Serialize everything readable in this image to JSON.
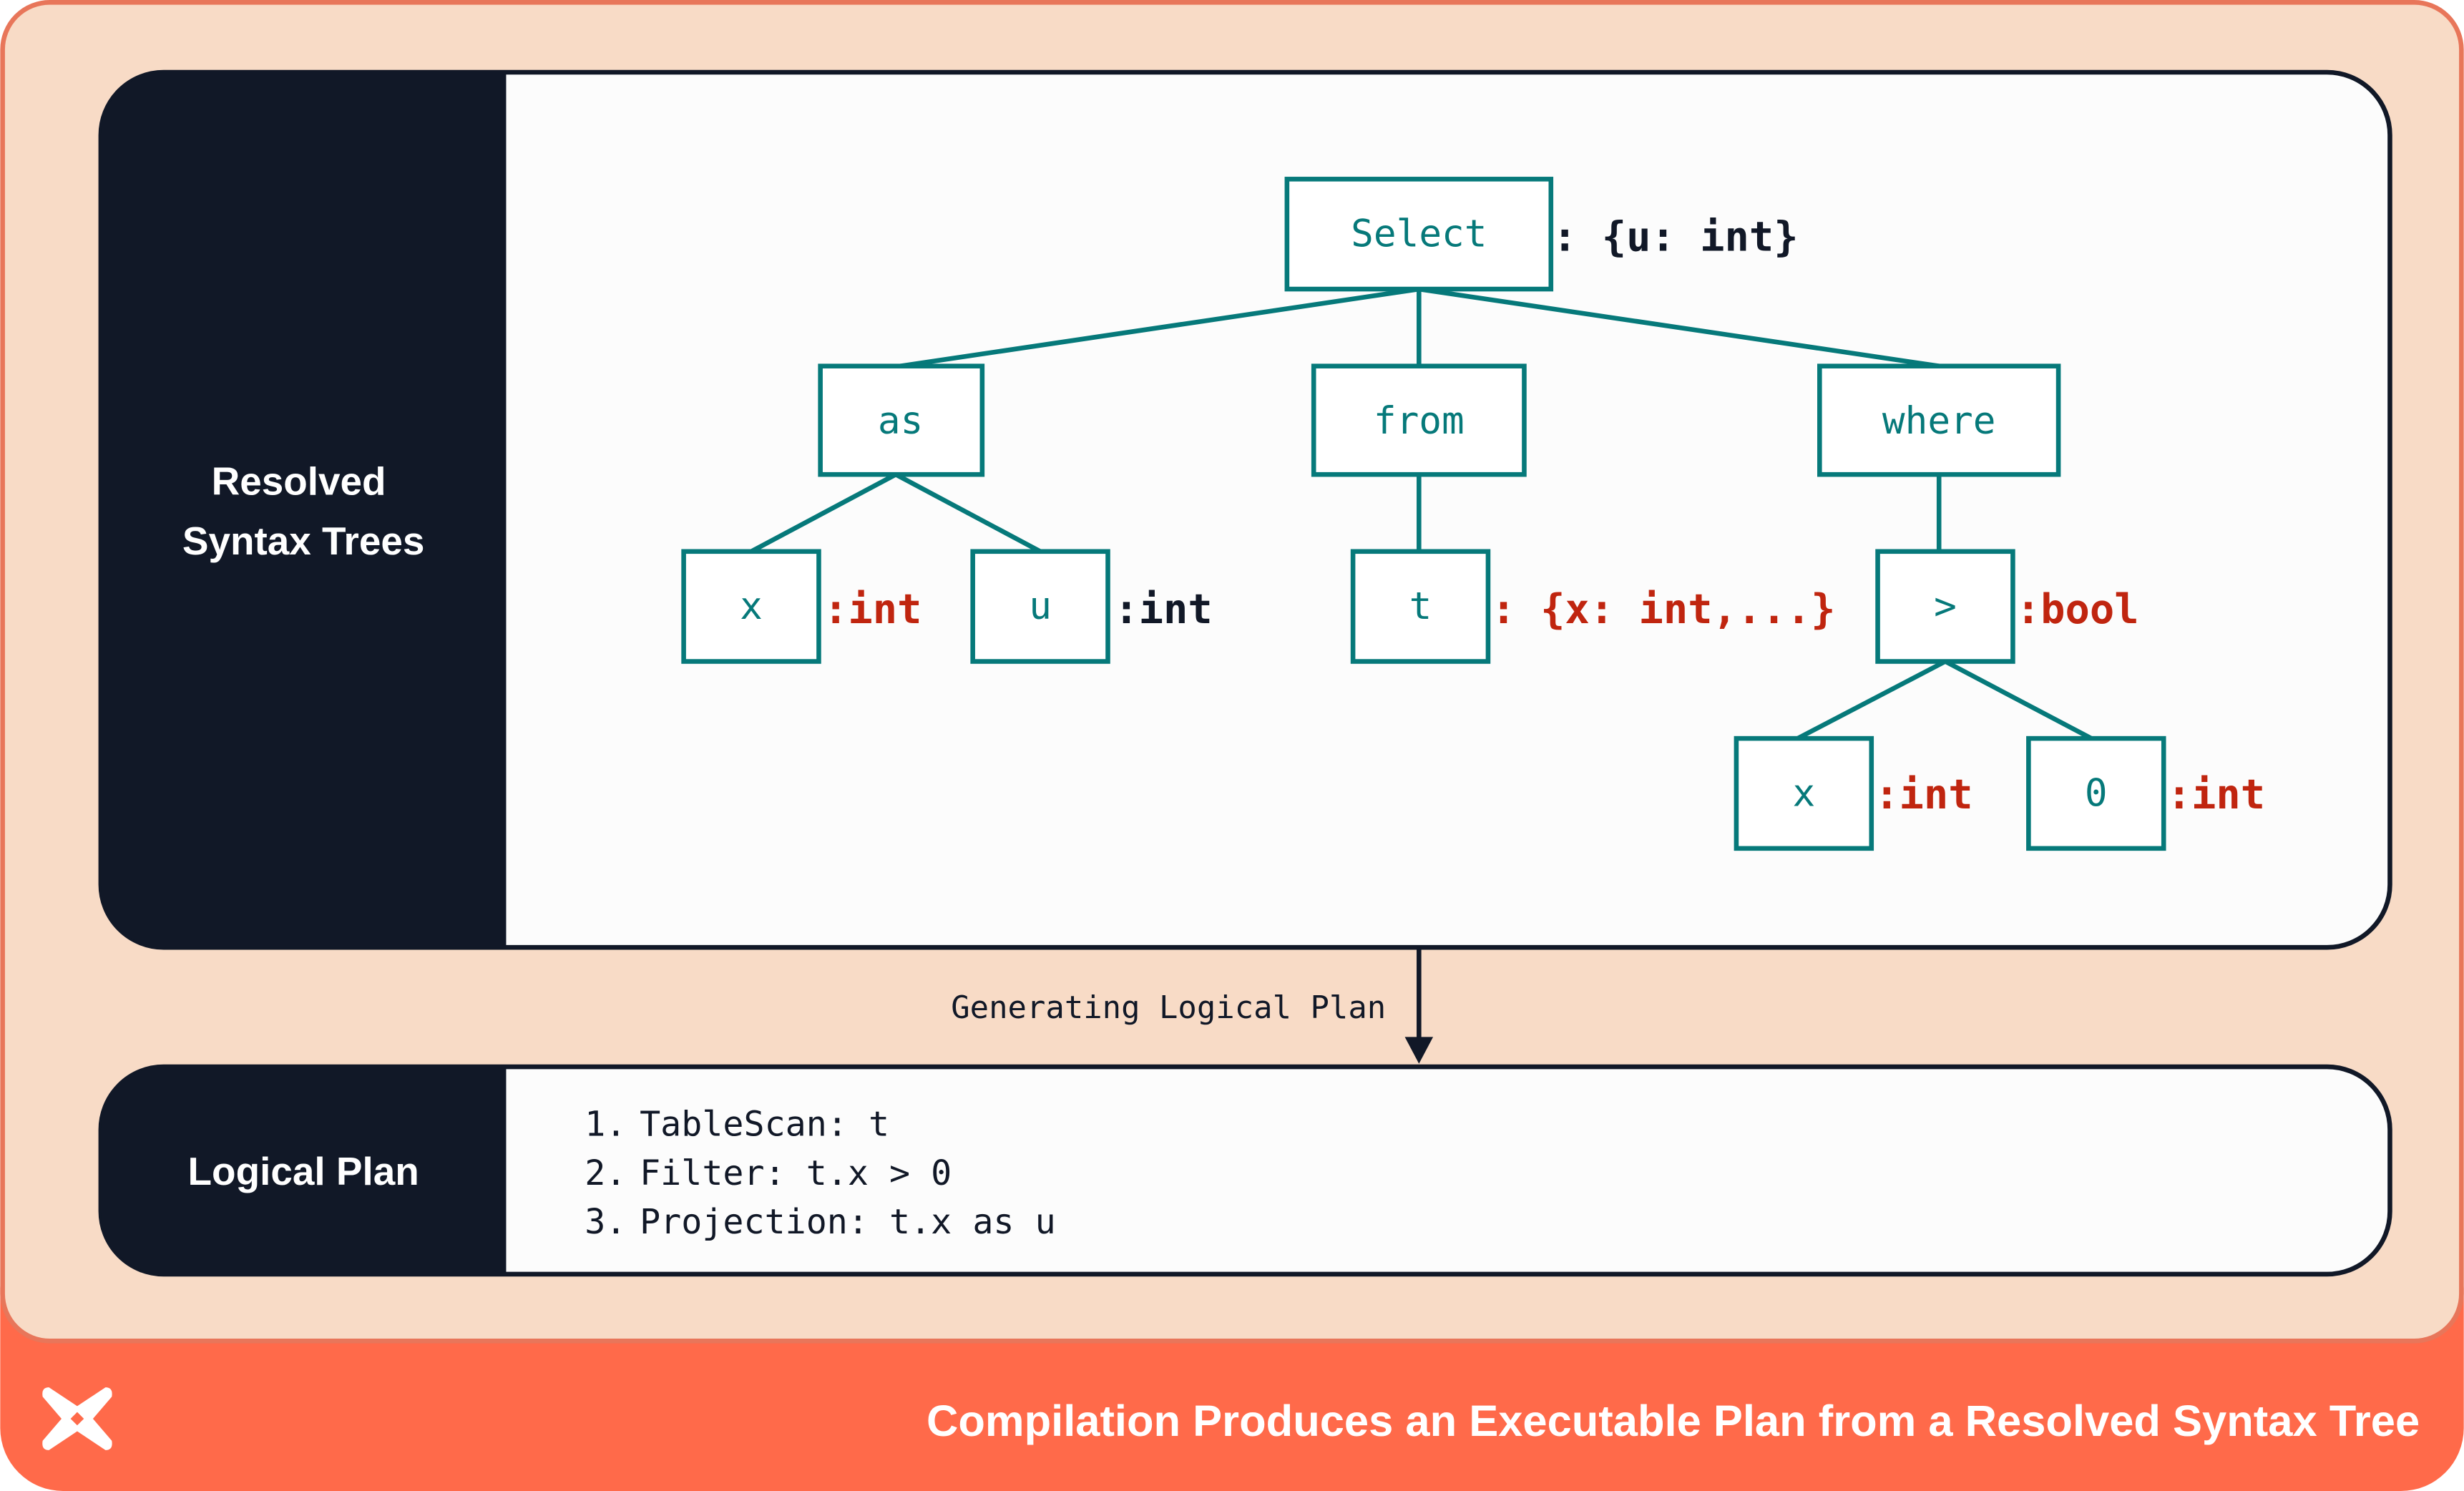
{
  "colors": {
    "peach": "#F8DBC6",
    "orange": "#FF6A4A",
    "dark": "#111827",
    "teal": "#06797A",
    "type_red": "#C0250F"
  },
  "syntax_panel": {
    "label_line1": "Resolved",
    "label_line2": "Syntax Trees"
  },
  "tree": {
    "select": {
      "label": "Select",
      "type": ": {u: int}"
    },
    "as": {
      "label": "as"
    },
    "from": {
      "label": "from"
    },
    "where": {
      "label": "where"
    },
    "x1": {
      "label": "x",
      "type": ":int"
    },
    "u": {
      "label": "u",
      "type": ":int"
    },
    "t": {
      "label": "t",
      "type": ": {x: int,...}"
    },
    "gt": {
      "label": ">",
      "type": ":bool"
    },
    "x2": {
      "label": "x",
      "type": ":int"
    },
    "zero": {
      "label": "0",
      "type": ":int"
    }
  },
  "arrow_label": "Generating Logical Plan",
  "plan_panel": {
    "label": "Logical Plan",
    "steps": [
      {
        "num": "1.",
        "text": "TableScan: t"
      },
      {
        "num": "2.",
        "text": "Filter: t.x > 0"
      },
      {
        "num": "3.",
        "text": "Projection: t.x as u"
      }
    ]
  },
  "footer": {
    "caption": "Compilation Produces an Executable Plan from a Resolved Syntax Tree",
    "logo_icon": "dbt-logo-icon"
  }
}
